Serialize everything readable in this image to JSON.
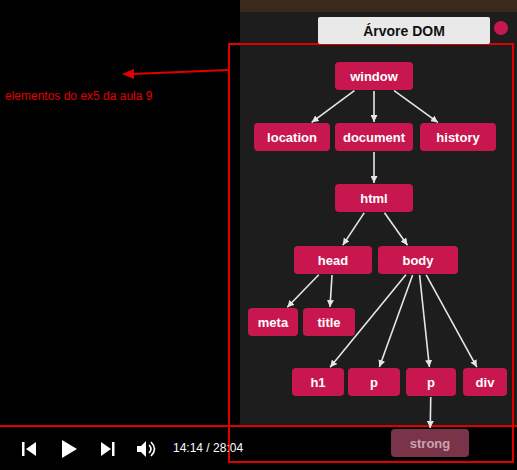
{
  "diagram": {
    "title": "Árvore DOM",
    "nodes": [
      {
        "text": [
          "window"
        ]
      },
      {
        "text": [
          "location"
        ]
      },
      {
        "text": [
          "document"
        ]
      },
      {
        "text": [
          "history"
        ]
      },
      {
        "text": [
          "html"
        ]
      },
      {
        "text": [
          "head"
        ]
      },
      {
        "text": [
          "body"
        ]
      },
      {
        "text": [
          "meta"
        ]
      },
      {
        "text": [
          "title"
        ]
      },
      {
        "text": [
          "h1"
        ]
      },
      {
        "text": [
          "p"
        ]
      },
      {
        "text": [
          "p"
        ]
      },
      {
        "text": [
          "div"
        ]
      },
      {
        "text": [
          "strong"
        ]
      }
    ],
    "edges": [
      {
        "from": 0,
        "to": 1,
        "arrow": "to"
      },
      {
        "from": 0,
        "to": 2,
        "arrow": "to"
      },
      {
        "from": 0,
        "to": 3,
        "arrow": "to"
      },
      {
        "from": 2,
        "to": 4,
        "arrow": "to"
      },
      {
        "from": 4,
        "to": 5,
        "arrow": "to"
      },
      {
        "from": 4,
        "to": 6,
        "arrow": "to"
      },
      {
        "from": 5,
        "to": 7,
        "arrow": "to"
      },
      {
        "from": 5,
        "to": 8,
        "arrow": "to"
      },
      {
        "from": 6,
        "to": 9,
        "arrow": "to"
      },
      {
        "from": 6,
        "to": 10,
        "arrow": "to"
      },
      {
        "from": 6,
        "to": 11,
        "arrow": "to"
      },
      {
        "from": 6,
        "to": 12,
        "arrow": "to"
      },
      {
        "from": 11,
        "to": 13,
        "arrow": "to"
      }
    ],
    "labels": [
      "elementos do ex5 da aula 9",
      "14:14 / 28:04"
    ]
  }
}
